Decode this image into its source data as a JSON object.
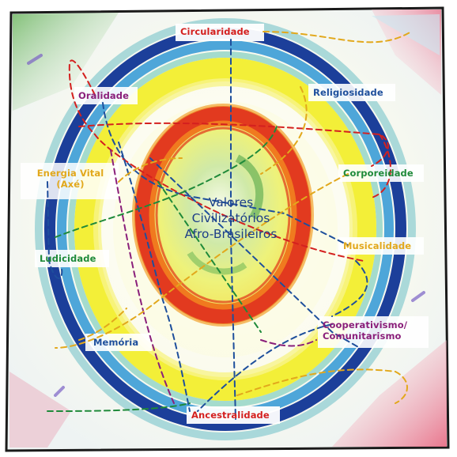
{
  "center": {
    "line1": "Valores",
    "line2": "Civilizatórios",
    "line3": "Afro-Brasileiros"
  },
  "values": {
    "circularidade": "Circularidade",
    "religiosidade": "Religiosidade",
    "corporeidade": "Corporeidade",
    "musicalidade": "Musicalidade",
    "cooperativismo_1": "Cooperativismo/",
    "cooperativismo_2": "Comunitarismo",
    "ancestralidade": "Ancestralidade",
    "memoria": "Memória",
    "ludicidade": "Ludicidade",
    "energia_1": "Energia Vital",
    "energia_2": "(Axé)",
    "oralidade": "Oralidade"
  },
  "colors": {
    "circularidade": "#d4201f",
    "religiosidade": "#1e4f9c",
    "corporeidade": "#1f8a3a",
    "musicalidade": "#e2a81c",
    "cooperativismo": "#8a1f7a",
    "ancestralidade": "#d4201f",
    "memoria": "#1e4f9c",
    "ludicidade": "#1f8a3a",
    "energia": "#e2a81c",
    "oralidade": "#8a1f7a"
  }
}
